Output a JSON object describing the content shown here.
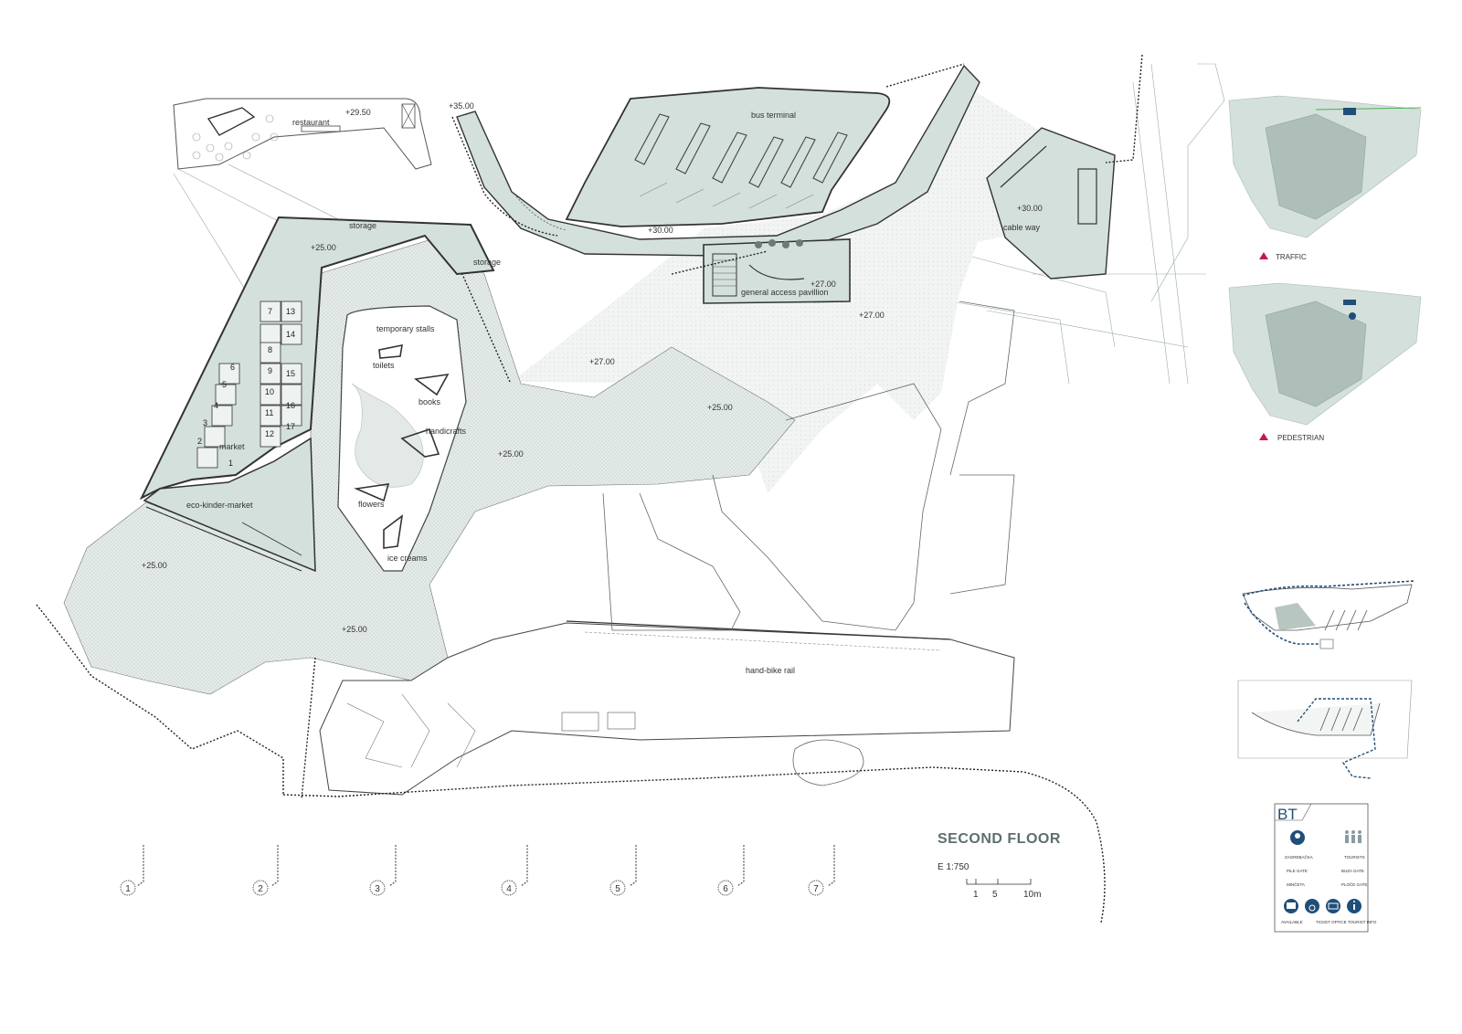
{
  "title": "SECOND FLOOR",
  "scale": {
    "ratio": "E 1:750",
    "marks": [
      "1",
      "5",
      "10m"
    ]
  },
  "zones": {
    "restaurant": "restaurant",
    "storage_top": "storage",
    "storage_right": "storage",
    "bus_terminal": "bus terminal",
    "market": "market",
    "eco_kinder": "eco-kinder-market",
    "temporary_stalls": "temporary stalls",
    "toilets": "toilets",
    "books": "books",
    "handicrafts": "handicrafts",
    "flowers": "flowers",
    "ice_creams": "ice creams",
    "general_access": "general access pavillion",
    "cable_way": "cable way",
    "hand_bike_rail": "hand-bike rail"
  },
  "levels": {
    "restaurant": "+29.50",
    "top": "+35.00",
    "storage": "+25.00",
    "bus": "+30.00",
    "pav": "+27.00",
    "east": "+27.00",
    "cable": "+30.00",
    "mid": "+27.00",
    "plaza": "+25.00",
    "center": "+25.00",
    "west": "+25.00",
    "south": "+25.00"
  },
  "stalls": [
    "1",
    "2",
    "3",
    "4",
    "5",
    "6",
    "7",
    "8",
    "9",
    "10",
    "11",
    "12",
    "13",
    "14",
    "15",
    "16",
    "17"
  ],
  "axes": [
    "1",
    "2",
    "3",
    "4",
    "5",
    "6",
    "7"
  ],
  "legend": {
    "traffic": "TRAFFIC",
    "pedestrian": "PEDESTRIAN",
    "bt": "BT",
    "zagreb": "ZAGREBAČKA",
    "tourists": "TOURISTS",
    "pile": "PILE GATE",
    "buza": "BUZA GATE",
    "minceta": "MINČETA",
    "ploce": "PLOČE GATE",
    "available": "AVAILABLE",
    "ticket": "TICKET OFFICE TOURIST INFO"
  },
  "colors": {
    "zone_fill": "#d4e0dc",
    "hatch": "#c4d3cf",
    "accent": "#1f4e79",
    "marker": "#c2185b"
  }
}
